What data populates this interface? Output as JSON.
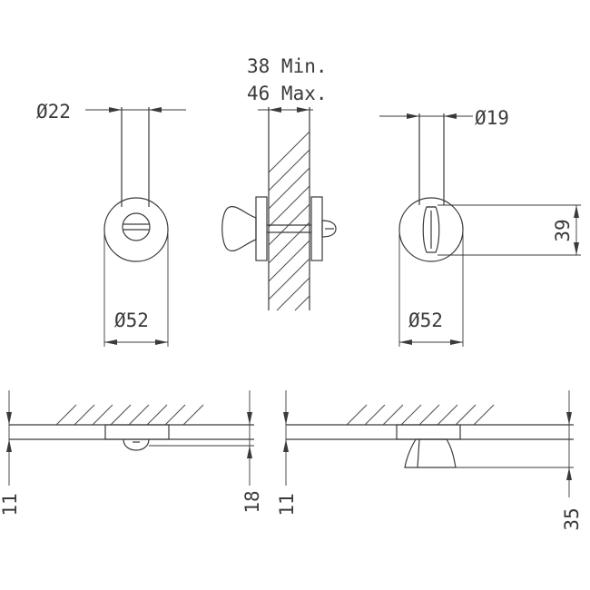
{
  "dimensions": {
    "rod_diameter_left": "Ø22",
    "wall_min": "38 Min.",
    "wall_max": "46 Max.",
    "rod_diameter_right": "Ø19",
    "rosette_diameter_left": "Ø52",
    "rosette_diameter_right": "Ø52",
    "knob_height": "39",
    "plan_left_rosette": "11",
    "plan_left_total": "18",
    "plan_right_rosette": "11",
    "plan_right_total": "35"
  },
  "colors": {
    "line": "#3a3a3a",
    "background": "#ffffff"
  }
}
